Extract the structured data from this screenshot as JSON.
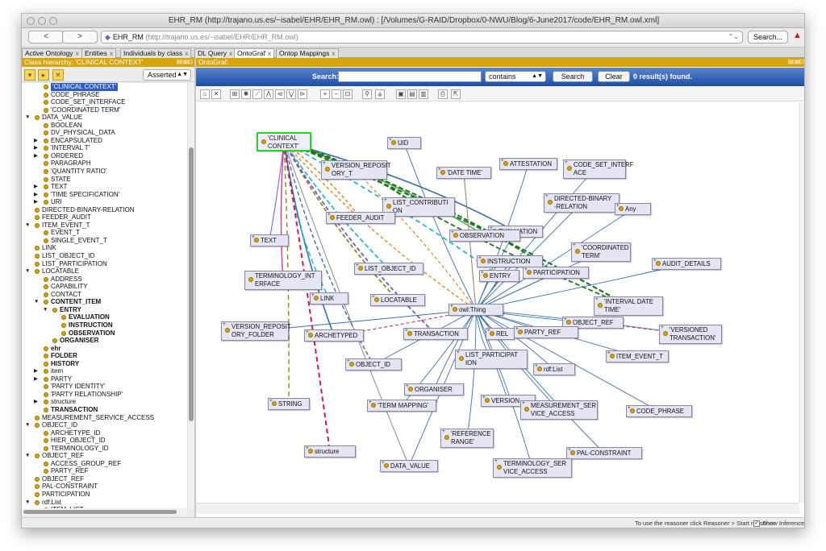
{
  "window": {
    "title": "EHR_RM (http://trajano.us.es/~isabel/EHR/EHR_RM.owl)  : [/Volumes/G-RAID/Dropbox/0-NWU/Blog/6-June2017/code/EHR_RM.owl.xml]"
  },
  "nav": {
    "back_label": "<",
    "forward_label": ">",
    "ontology_name": "EHR_RM",
    "ontology_iri": "(http://trajano.us.es/~isabel/EHR/EHR_RM.owl)",
    "search_label": "Search...",
    "ontology_icon": "ontology-diamond-icon",
    "warning_icon": "warning-triangle-icon"
  },
  "tabs": [
    {
      "label": "Active Ontology",
      "active": false
    },
    {
      "label": "Entities",
      "active": false
    },
    {
      "label": "Individuals by class",
      "active": false
    },
    {
      "label": "DL Query",
      "active": false
    },
    {
      "label": "OntoGraf",
      "active": true
    },
    {
      "label": "Ontop Mappings",
      "active": false
    }
  ],
  "tab_close": "x",
  "left_panel": {
    "header": "Class hierarchy: 'CLINICAL CONTEXT'",
    "header_controls": "⊞⊟⊠⊡",
    "reasoner_mode": "Asserted",
    "tool_icons": [
      "add-subclass-icon",
      "add-sibling-icon",
      "delete-class-icon"
    ],
    "tree": [
      {
        "label": "'CLINICAL CONTEXT'",
        "depth": 1,
        "toggle": "",
        "selected": true
      },
      {
        "label": "CODE_PHRASE",
        "depth": 1,
        "toggle": ""
      },
      {
        "label": "CODE_SET_INTERFACE",
        "depth": 1,
        "toggle": ""
      },
      {
        "label": "'COORDINATED TERM'",
        "depth": 1,
        "toggle": ""
      },
      {
        "label": "DATA_VALUE",
        "depth": 0,
        "toggle": "open"
      },
      {
        "label": "BOOLEAN",
        "depth": 1,
        "toggle": ""
      },
      {
        "label": "DV_PHYSICAL_DATA",
        "depth": 1,
        "toggle": ""
      },
      {
        "label": "ENCAPSULATED",
        "depth": 1,
        "toggle": "closed"
      },
      {
        "label": "'INTERVAL T'",
        "depth": 1,
        "toggle": "closed"
      },
      {
        "label": "ORDERED",
        "depth": 1,
        "toggle": "closed"
      },
      {
        "label": "PARAGRAPH",
        "depth": 1,
        "toggle": ""
      },
      {
        "label": "'QUANTITY RATIO'",
        "depth": 1,
        "toggle": ""
      },
      {
        "label": "STATE",
        "depth": 1,
        "toggle": ""
      },
      {
        "label": "TEXT",
        "depth": 1,
        "toggle": "closed"
      },
      {
        "label": "'TIME SPECIFICATION'",
        "depth": 1,
        "toggle": "closed"
      },
      {
        "label": "URI",
        "depth": 1,
        "toggle": "closed"
      },
      {
        "label": "DIRECTED-BINARY-RELATION",
        "depth": 0,
        "toggle": ""
      },
      {
        "label": "FEEDER_AUDIT",
        "depth": 0,
        "toggle": ""
      },
      {
        "label": "ITEM_EVENT_T",
        "depth": 0,
        "toggle": "open"
      },
      {
        "label": "EVENT_T",
        "depth": 1,
        "toggle": ""
      },
      {
        "label": "SINGLE_EVENT_T",
        "depth": 1,
        "toggle": ""
      },
      {
        "label": "LINK",
        "depth": 0,
        "toggle": ""
      },
      {
        "label": "LIST_OBJECT_ID",
        "depth": 0,
        "toggle": ""
      },
      {
        "label": "LIST_PARTICIPATION",
        "depth": 0,
        "toggle": ""
      },
      {
        "label": "LOCATABLE",
        "depth": 0,
        "toggle": "open"
      },
      {
        "label": "ADDRESS",
        "depth": 1,
        "toggle": ""
      },
      {
        "label": "CAPABILITY",
        "depth": 1,
        "toggle": ""
      },
      {
        "label": "CONTACT",
        "depth": 1,
        "toggle": ""
      },
      {
        "label": "CONTENT_ITEM",
        "depth": 1,
        "toggle": "open",
        "bold": true
      },
      {
        "label": "ENTRY",
        "depth": 2,
        "toggle": "open",
        "bold": true
      },
      {
        "label": "EVALUATION",
        "depth": 3,
        "toggle": "",
        "bold": true
      },
      {
        "label": "INSTRUCTION",
        "depth": 3,
        "toggle": "",
        "bold": true
      },
      {
        "label": "OBSERVATION",
        "depth": 3,
        "toggle": "",
        "bold": true
      },
      {
        "label": "ORGANISER",
        "depth": 2,
        "toggle": "",
        "bold": true
      },
      {
        "label": "ehr",
        "depth": 1,
        "toggle": "",
        "bold": true
      },
      {
        "label": "FOLDER",
        "depth": 1,
        "toggle": "",
        "bold": true
      },
      {
        "label": "HISTORY",
        "depth": 1,
        "toggle": "",
        "bold": true
      },
      {
        "label": "item",
        "depth": 1,
        "toggle": "closed"
      },
      {
        "label": "PARTY",
        "depth": 1,
        "toggle": "closed"
      },
      {
        "label": "'PARTY IDENTITY'",
        "depth": 1,
        "toggle": ""
      },
      {
        "label": "'PARTY RELATIONSHIP'",
        "depth": 1,
        "toggle": ""
      },
      {
        "label": "structure",
        "depth": 1,
        "toggle": "closed"
      },
      {
        "label": "TRANSACTION",
        "depth": 1,
        "toggle": "",
        "bold": true
      },
      {
        "label": "MEASUREMENT_SERVICE_ACCESS",
        "depth": 0,
        "toggle": ""
      },
      {
        "label": "OBJECT_ID",
        "depth": 0,
        "toggle": "open"
      },
      {
        "label": "ARCHETYPE_ID",
        "depth": 1,
        "toggle": ""
      },
      {
        "label": "HIER_OBJECT_ID",
        "depth": 1,
        "toggle": ""
      },
      {
        "label": "TERMINOLOGY_ID",
        "depth": 1,
        "toggle": ""
      },
      {
        "label": "OBJECT_REF",
        "depth": 0,
        "toggle": "open"
      },
      {
        "label": "ACCESS_GROUP_REF",
        "depth": 1,
        "toggle": ""
      },
      {
        "label": "PARTY_REF",
        "depth": 1,
        "toggle": ""
      },
      {
        "label": "OBJECT_REF",
        "depth": 0,
        "toggle": ""
      },
      {
        "label": "PAL-CONSTRAINT",
        "depth": 0,
        "toggle": ""
      },
      {
        "label": "PARTICIPATION",
        "depth": 0,
        "toggle": ""
      },
      {
        "label": "rdf:List",
        "depth": 0,
        "toggle": "open"
      },
      {
        "label": "ITEM_LIST",
        "depth": 1,
        "toggle": ""
      }
    ]
  },
  "ontograf": {
    "header": "OntoGraf:",
    "header_controls": "⊞⊟⊠⊡",
    "search": {
      "label": "Search:",
      "value": "",
      "mode": "contains",
      "search_button": "Search",
      "clear_button": "Clear",
      "results": "0 result(s) found."
    },
    "toolbar_icons": [
      "home-icon",
      "remove-icon",
      "grid-layout-icon",
      "radial-layout-icon",
      "spring-layout-icon",
      "tree-vertical-icon",
      "tree-horizontal-icon",
      "tree-vertical-inverted-icon",
      "tree-horizontal-inverted-icon",
      "zoom-in-icon",
      "zoom-out-icon",
      "zoom-fit-icon",
      "node-filter-icon",
      "arc-filter-icon",
      "export-image-icon",
      "save-icon",
      "open-icon",
      "print-icon",
      "export-icon"
    ],
    "nodes": [
      {
        "id": "clinical",
        "label": "'CLINICAL\nCONTEXT'",
        "selected": true,
        "plus": false
      },
      {
        "id": "uid",
        "label": "UID",
        "plus": true
      },
      {
        "id": "verrepo",
        "label": "VERSION_REPOSIT\nORY_T",
        "plus": true
      },
      {
        "id": "datetime",
        "label": "'DATE TIME'",
        "plus": true
      },
      {
        "id": "attestation",
        "label": "ATTESTATION",
        "plus": true
      },
      {
        "id": "codeset",
        "label": "CODE_SET_INTERF\nACE",
        "plus": true
      },
      {
        "id": "listcontrib",
        "label": "LIST_CONTRIBUTI\nON",
        "plus": true
      },
      {
        "id": "dbr",
        "label": "DIRECTED-BINARY\n-RELATION",
        "plus": true
      },
      {
        "id": "any",
        "label": "Any",
        "plus": true
      },
      {
        "id": "feeder",
        "label": "FEEDER_AUDIT",
        "plus": true
      },
      {
        "id": "evaluation",
        "label": "EVALUATION",
        "plus": true
      },
      {
        "id": "text",
        "label": "TEXT",
        "plus": true
      },
      {
        "id": "observation",
        "label": "OBSERVATION",
        "plus": true
      },
      {
        "id": "coordterm",
        "label": "'COORDINATED\nTERM'",
        "plus": true
      },
      {
        "id": "instruction",
        "label": "INSTRUCTION",
        "plus": true
      },
      {
        "id": "auditdetails",
        "label": "AUDIT_DETAILS",
        "plus": true
      },
      {
        "id": "listobjid",
        "label": "LIST_OBJECT_ID",
        "plus": true
      },
      {
        "id": "participation",
        "label": "PARTICIPATION",
        "plus": true
      },
      {
        "id": "entry",
        "label": "ENTRY",
        "plus": true
      },
      {
        "id": "termint",
        "label": "TERMINOLOGY_INT\nERFACE",
        "plus": false
      },
      {
        "id": "link",
        "label": "LINK",
        "plus": true
      },
      {
        "id": "locatable",
        "label": "LOCATABLE",
        "plus": true
      },
      {
        "id": "owlthing",
        "label": "owl:Thing",
        "plus": true
      },
      {
        "id": "intervaldt",
        "label": "'INTERVAL DATE\nTIME'",
        "plus": true
      },
      {
        "id": "verrepofolder",
        "label": "VERSION_REPOSIT\nORY_FOLDER",
        "plus": true
      },
      {
        "id": "objectref",
        "label": "OBJECT_REF",
        "plus": true
      },
      {
        "id": "archetyped",
        "label": "ARCHETYPED",
        "plus": true
      },
      {
        "id": "transaction",
        "label": "TRANSACTION",
        "plus": true
      },
      {
        "id": "rel",
        "label": "REL",
        "plus": true
      },
      {
        "id": "partyref",
        "label": "PARTY_REF",
        "plus": true
      },
      {
        "id": "versionedtx",
        "label": "'VERSIONED\nTRANSACTION'",
        "plus": true
      },
      {
        "id": "listpart",
        "label": "LIST_PARTICIPAT\nION",
        "plus": true
      },
      {
        "id": "itemevent",
        "label": "ITEM_EVENT_T",
        "plus": true
      },
      {
        "id": "objectid",
        "label": "OBJECT_ID",
        "plus": true
      },
      {
        "id": "rdflist",
        "label": "rdf:List",
        "plus": true
      },
      {
        "id": "organiser",
        "label": "ORGANISER",
        "plus": true
      },
      {
        "id": "version",
        "label": "VERSION",
        "plus": true
      },
      {
        "id": "string",
        "label": "STRING",
        "plus": true
      },
      {
        "id": "termmapping",
        "label": "'TERM MAPPING'",
        "plus": true
      },
      {
        "id": "measurement",
        "label": "MEASUREMENT_SER\nVICE_ACCESS",
        "plus": true
      },
      {
        "id": "codephrase",
        "label": "CODE_PHRASE",
        "plus": true
      },
      {
        "id": "refrange",
        "label": "'REFERENCE\nRANGE'",
        "plus": true
      },
      {
        "id": "palconstraint",
        "label": "PAL-CONSTRAINT",
        "plus": true
      },
      {
        "id": "structure",
        "label": "structure",
        "plus": true
      },
      {
        "id": "datavalue",
        "label": "DATA_VALUE",
        "plus": true
      },
      {
        "id": "termservice",
        "label": "TERMINOLOGY_SER\nVICE_ACCESS",
        "plus": true
      }
    ],
    "plus_glyph": "+",
    "edge_colors": [
      "#1a7a1a",
      "#3a6fb0",
      "#e08a2a",
      "#d43a8a",
      "#7a52d6",
      "#2ab8c8",
      "#8a8a20",
      "#d01a4a",
      "#4aa04a",
      "#888888"
    ]
  },
  "status": {
    "message": "To use the reasoner click Reasoner > Start reasoner",
    "show_inferences": "Show Inferences",
    "show_inferences_checked": true,
    "check_glyph": "✓"
  }
}
